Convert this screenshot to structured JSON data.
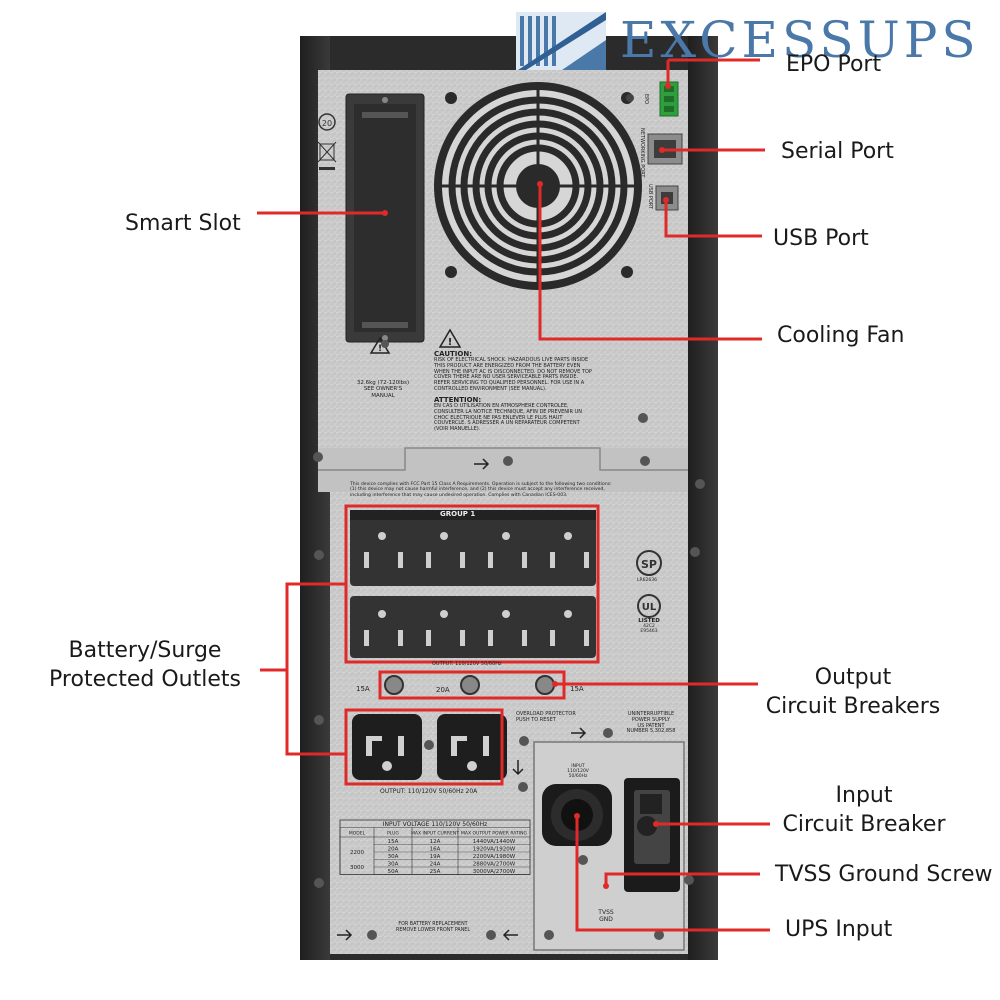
{
  "brand": {
    "logo_text": "EXCESSUPS",
    "colors": {
      "logo": "#4a78a8",
      "callout": "#e02a2a",
      "chassis": "#2c2c2c",
      "panel": "#c9c9c9"
    }
  },
  "callouts": {
    "epo_port": "EPO Port",
    "serial_port": "Serial Port",
    "usb_port": "USB Port",
    "smart_slot": "Smart Slot",
    "cooling_fan": "Cooling Fan",
    "outlets_line1": "Battery/Surge",
    "outlets_line2": "Protected Outlets",
    "output_breakers_line1": "Output",
    "output_breakers_line2": "Circuit Breakers",
    "input_breaker_line1": "Input",
    "input_breaker_line2": "Circuit Breaker",
    "tvss_screw": "TVSS Ground Screw",
    "ups_input": "UPS Input"
  },
  "device_labels": {
    "epo": "EPO",
    "networking": "NETWORKING PORT",
    "usb": "USB PORT",
    "weight_line1": "32.6kg (72-120lbs)",
    "weight_line2": "SEE OWNER'S",
    "weight_line3": "MANUAL",
    "caution_title": "CAUTION:",
    "caution_body": "RISK OF ELECTRICAL SHOCK. HAZARDOUS LIVE PARTS INSIDE THIS PRODUCT ARE ENERGIZED FROM THE BATTERY EVEN WHEN THE INPUT AC IS DISCONNECTED. DO NOT REMOVE TOP COVER THERE ARE NO USER SERVICEABLE PARTS INSIDE. REFER SERVICING TO QUALIFIED PERSONNEL. FOR USE IN A CONTROLLED ENVIRONMENT (SEE MANUAL).",
    "attention_title": "ATTENTION:",
    "attention_body": "EN CAS D UTILISATION EN ATMOSPHERE CONTROLEE, CONSULTER LA NOTICE TECHNIQUE, AFIN DE PREVENIR UN CHOC ELECTRIQUE NE PAS ENLEVER LE PLUS HAUT COUVERCLE. S ADRESSER A UN REPARATEUR COMPETENT (VOIR MANUELLE).",
    "fcc_line1": "This device complies with FCC Part 15 Class A Requirements. Operation is subject to the following two conditions:",
    "fcc_line2": "(1) this device may not cause harmful interference, and (2) this device must accept any interference received,",
    "fcc_line3": "including interference that may cause undesired operation. Complies with Canadian ICES-003.",
    "group1": "GROUP 1",
    "output_small": "OUTPUT: 110/120V 50/60Hz",
    "breaker_15a_left": "15A",
    "breaker_20a": "20A",
    "breaker_15a_right": "15A",
    "overload_line1": "OVERLOAD PROTECTOR",
    "overload_line2": "PUSH TO RESET",
    "ups_line1": "UNINTERRUPTIBLE",
    "ups_line2": "POWER SUPPLY",
    "ups_line3": "US PATENT",
    "ups_line4": "NUMBER 5,302,858",
    "output_large": "OUTPUT: 110/120V 50/60Hz 20A",
    "input_small_line1": "INPUT",
    "input_small_line2": "110/120V",
    "input_small_line3": "50/60Hz",
    "tvss_line1": "TVSS",
    "tvss_line2": "GND",
    "battery_line1": "FOR BATTERY REPLACEMENT",
    "battery_line2": "REMOVE LOWER FRONT PANEL",
    "csa_mark": "LR62636",
    "ul_listed": "LISTED",
    "ul_code1": "42C2",
    "ul_code2": "E95463"
  },
  "rating_table": {
    "header": "INPUT VOLTAGE 110/120V 50/60Hz",
    "columns": [
      "MODEL",
      "PLUG",
      "MAX INPUT CURRENT",
      "MAX OUTPUT POWER RATING"
    ],
    "rows": [
      [
        "",
        "15A",
        "12A",
        "1440VA/1440W"
      ],
      [
        "2200",
        "20A",
        "16A",
        "1920VA/1920W"
      ],
      [
        "",
        "30A",
        "19A",
        "2200VA/1980W"
      ],
      [
        "3000",
        "30A",
        "24A",
        "2880VA/2700W"
      ],
      [
        "",
        "50A",
        "25A",
        "3000VA/2700W"
      ]
    ]
  }
}
